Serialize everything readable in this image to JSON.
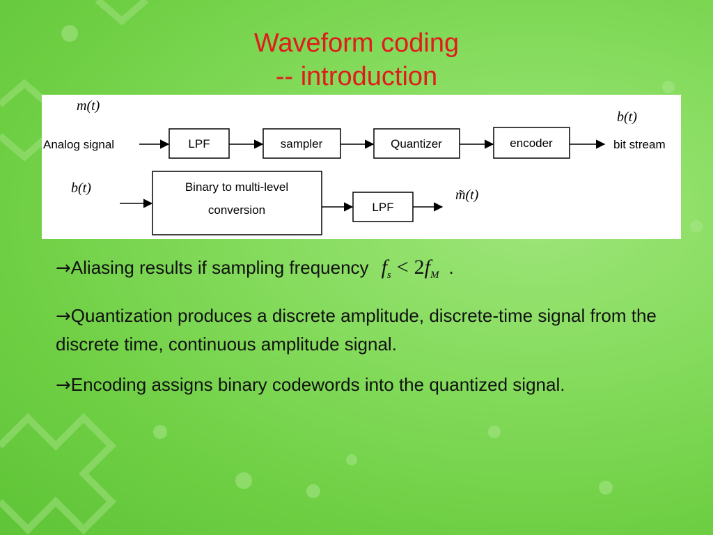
{
  "slide": {
    "title_line1": "Waveform coding",
    "title_line2": "-- introduction"
  },
  "diagram": {
    "encoder_chain": {
      "input_signal_symbol": "m(t)",
      "input_label": "Analog signal",
      "blocks": [
        "LPF",
        "sampler",
        "Quantizer",
        "encoder"
      ],
      "output_signal_symbol": "b(t)",
      "output_label": "bit stream"
    },
    "decoder_chain": {
      "input_signal_symbol": "b(t)",
      "block1_line1": "Binary to multi-level",
      "block1_line2": "conversion",
      "block2": "LPF",
      "output_signal_symbol": "m̃(t)"
    }
  },
  "bullets": {
    "arrow_glyph": "→",
    "aliasing_text": "Aliasing results if sampling frequency",
    "aliasing_formula": {
      "f": "f",
      "s": "s",
      "op": "<",
      "two": "2",
      "f2": "f",
      "M": "M"
    },
    "aliasing_period": ".",
    "quantization_text": "Quantization produces a discrete amplitude, discrete-time signal from the discrete time, continuous amplitude signal.",
    "encoding_text": "Encoding assigns binary codewords into the quantized signal."
  },
  "colors": {
    "title": "#e11b1b",
    "background": "#7fd857"
  }
}
